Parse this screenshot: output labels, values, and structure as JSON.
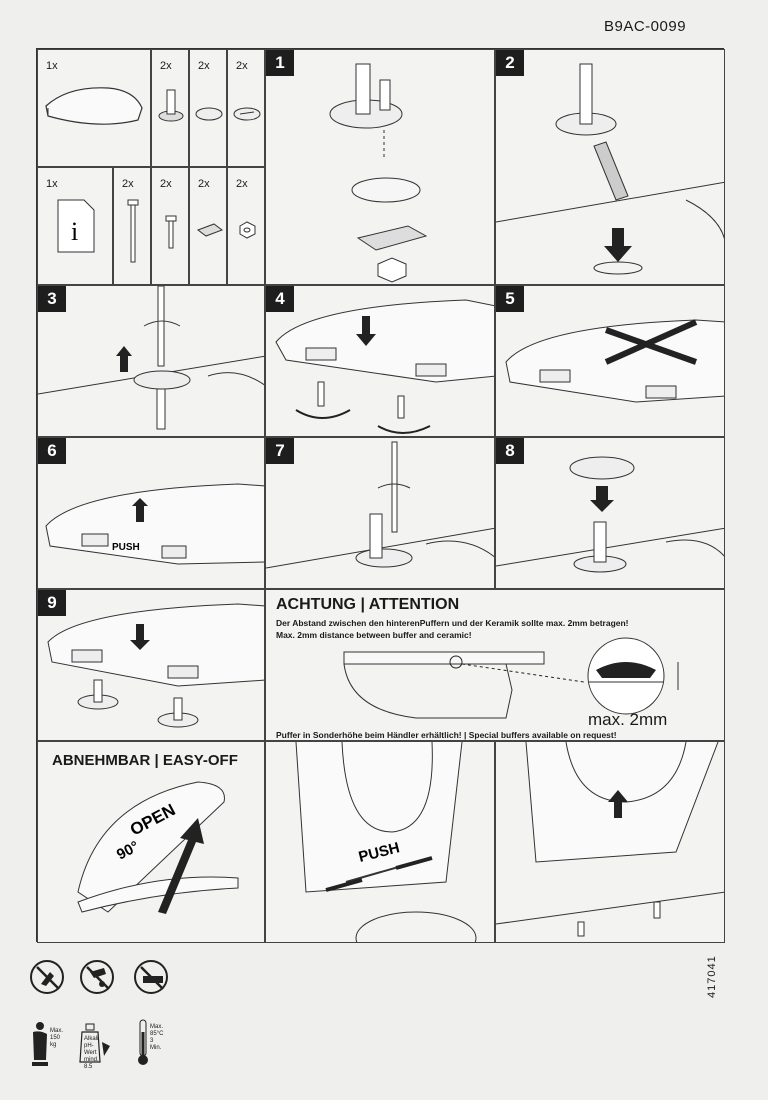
{
  "document_code": "B9AC-0099",
  "parts": {
    "row1": [
      {
        "qty": "1x",
        "icon": "seat-lid-icon"
      },
      {
        "qty": "2x",
        "icon": "hinge-post-icon"
      },
      {
        "qty": "2x",
        "icon": "round-plate-icon"
      },
      {
        "qty": "2x",
        "icon": "cover-cap-icon"
      }
    ],
    "row2": [
      {
        "qty": "1x",
        "icon": "info-sheet-icon",
        "glyph": "i"
      },
      {
        "qty": "2x",
        "icon": "long-bolt-icon"
      },
      {
        "qty": "2x",
        "icon": "screw-icon"
      },
      {
        "qty": "2x",
        "icon": "anchor-plate-icon"
      },
      {
        "qty": "2x",
        "icon": "nut-icon"
      }
    ]
  },
  "steps": [
    {
      "number": "1"
    },
    {
      "number": "2"
    },
    {
      "number": "3"
    },
    {
      "number": "4"
    },
    {
      "number": "5"
    },
    {
      "number": "6",
      "push_label": "PUSH"
    },
    {
      "number": "7"
    },
    {
      "number": "8"
    },
    {
      "number": "9"
    }
  ],
  "attention": {
    "title": "ACHTUNG | ATTENTION",
    "text_de": "Der Abstand zwischen den hinterenPuffern und der Keramik sollte max. 2mm betragen!",
    "text_en": "Max. 2mm distance between buffer and ceramic!",
    "max_label": "max. 2mm",
    "footer": "Puffer in Sonderhöhe beim Händler erhältlich! | Special buffers available on request!"
  },
  "easy_off": {
    "title": "ABNEHMBAR | EASY-OFF",
    "open_label": "OPEN",
    "angle_label": "90°",
    "push_label": "PUSH"
  },
  "care": {
    "icons": [
      "no-abrasive-cleaner-icon",
      "no-scouring-liquid-icon",
      "no-sponge-icon"
    ],
    "weight": {
      "line1": "Max.",
      "line2": "150",
      "line3": "kg"
    },
    "alkali": {
      "line1": "Alkali",
      "line2": "pH-",
      "line3": "Wert",
      "line4": "mind. 8.5"
    },
    "temp": {
      "line1": "Max.",
      "line2": "85°C",
      "line3": "3 Min."
    }
  },
  "vertical_code": "417041"
}
